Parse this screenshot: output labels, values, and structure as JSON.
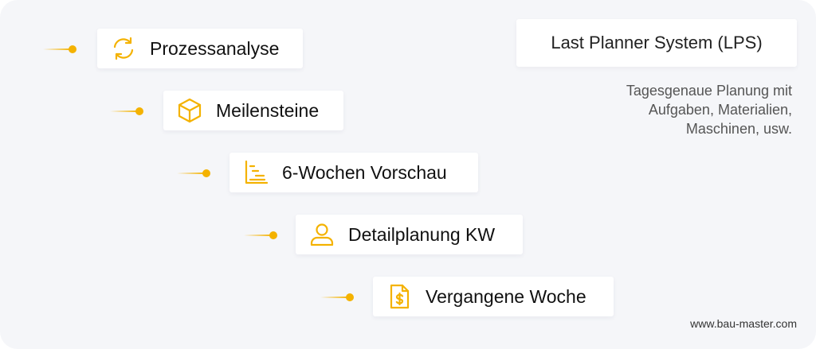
{
  "colors": {
    "accent": "#f4b200",
    "background": "#f5f6f9",
    "card": "#ffffff",
    "text": "#111111",
    "muted_text": "#555555"
  },
  "steps": [
    {
      "label": "Prozessanalyse",
      "icon": "refresh-icon"
    },
    {
      "label": "Meilensteine",
      "icon": "box-icon"
    },
    {
      "label": "6-Wochen Vorschau",
      "icon": "gantt-chart-icon"
    },
    {
      "label": "Detailplanung KW",
      "icon": "user-icon"
    },
    {
      "label": "Vergangene Woche",
      "icon": "invoice-dollar-icon"
    }
  ],
  "lps": {
    "title": "Last Planner System (LPS)",
    "description_lines": [
      "Tagesgenaue Planung mit",
      "Aufgaben, Materialien,",
      "Maschinen, usw."
    ]
  },
  "footer": {
    "website": "www.bau-master.com"
  }
}
